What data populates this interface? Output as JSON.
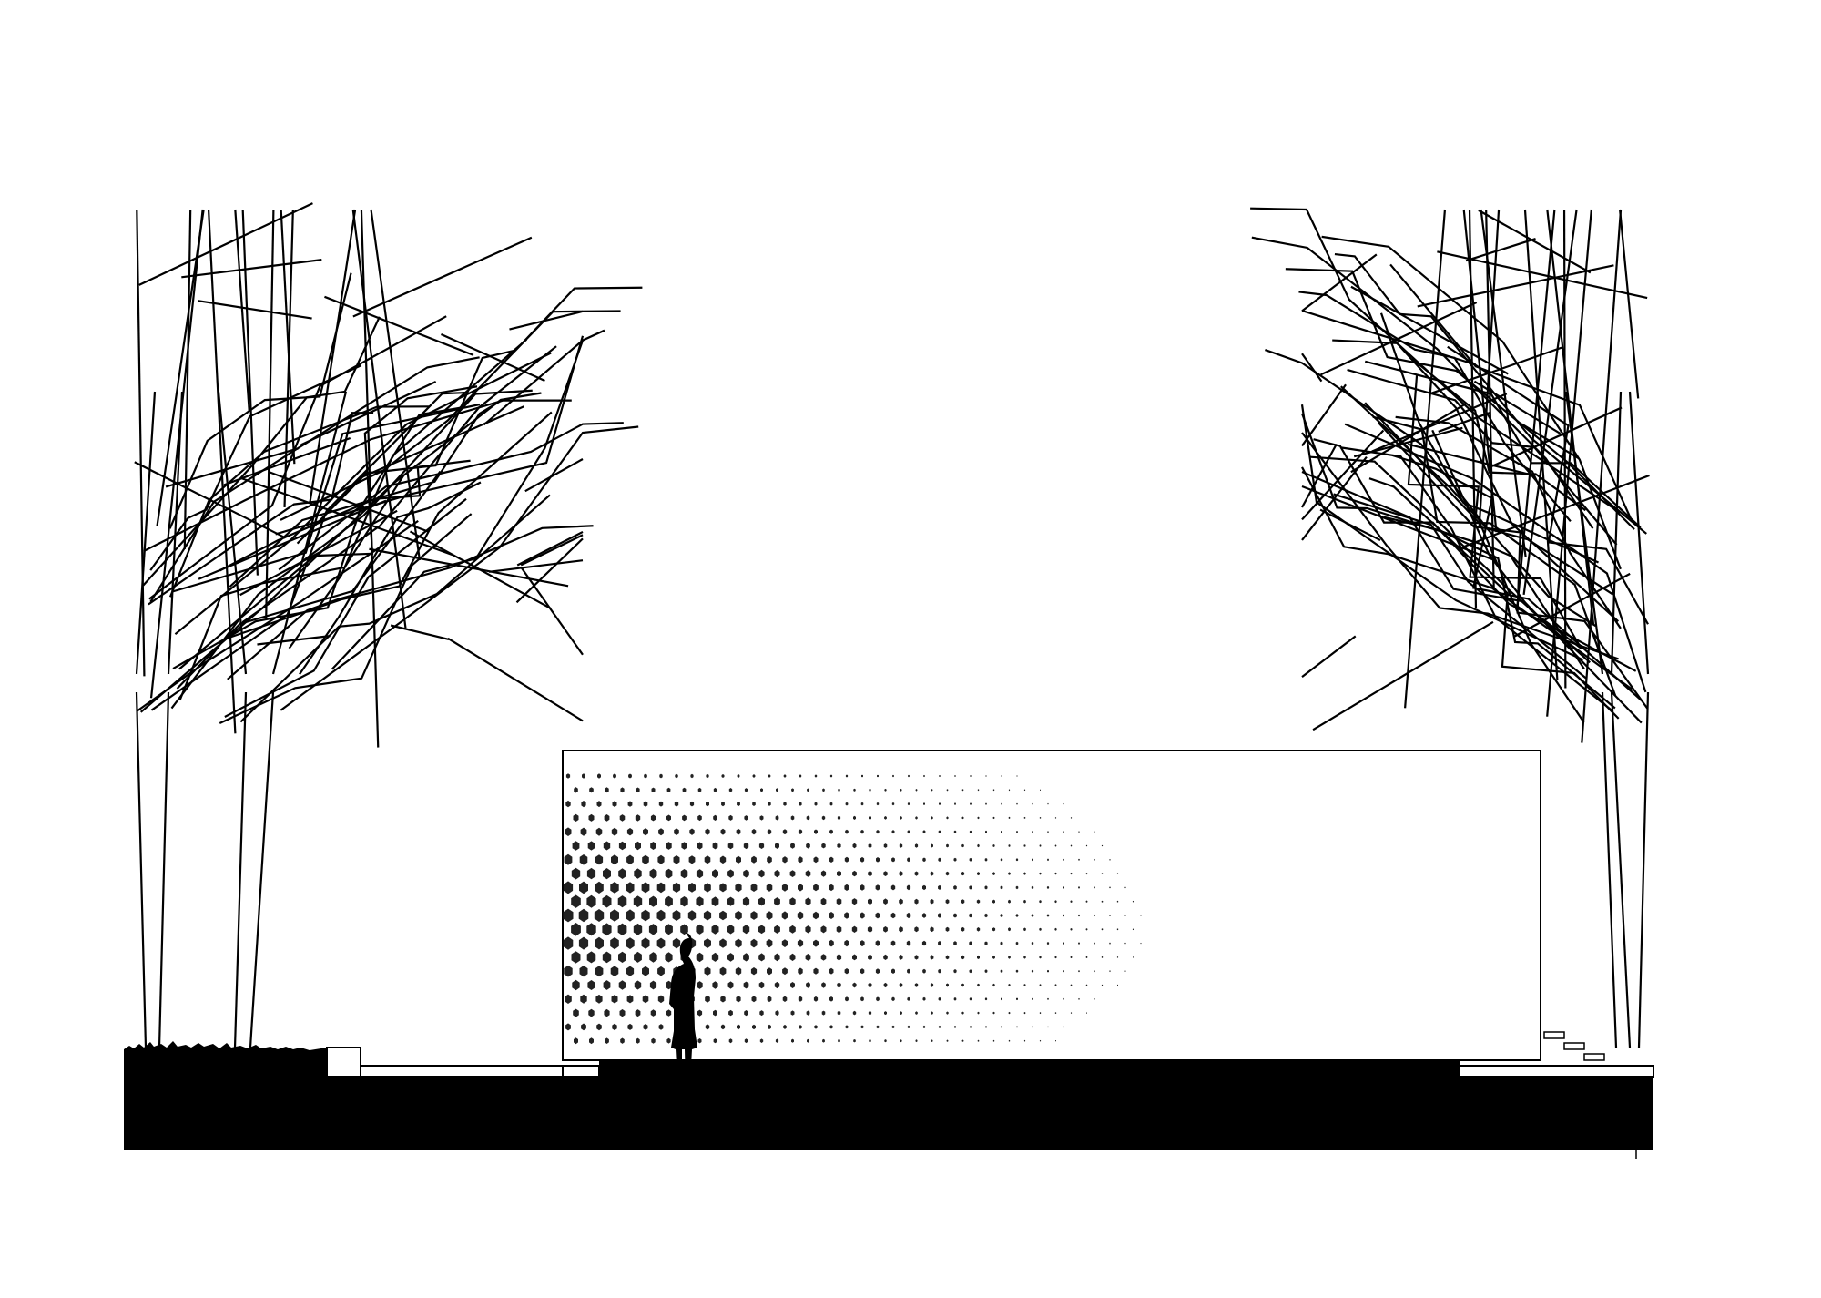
{
  "drawing": {
    "type": "architectural-section",
    "colors": {
      "background": "#ffffff",
      "ink": "#000000",
      "halftone": "#222222"
    },
    "elements": [
      "left-tree",
      "right-tree",
      "pavilion-wall",
      "halftone-pattern",
      "person-silhouette",
      "ground-section",
      "planter",
      "steps"
    ]
  }
}
